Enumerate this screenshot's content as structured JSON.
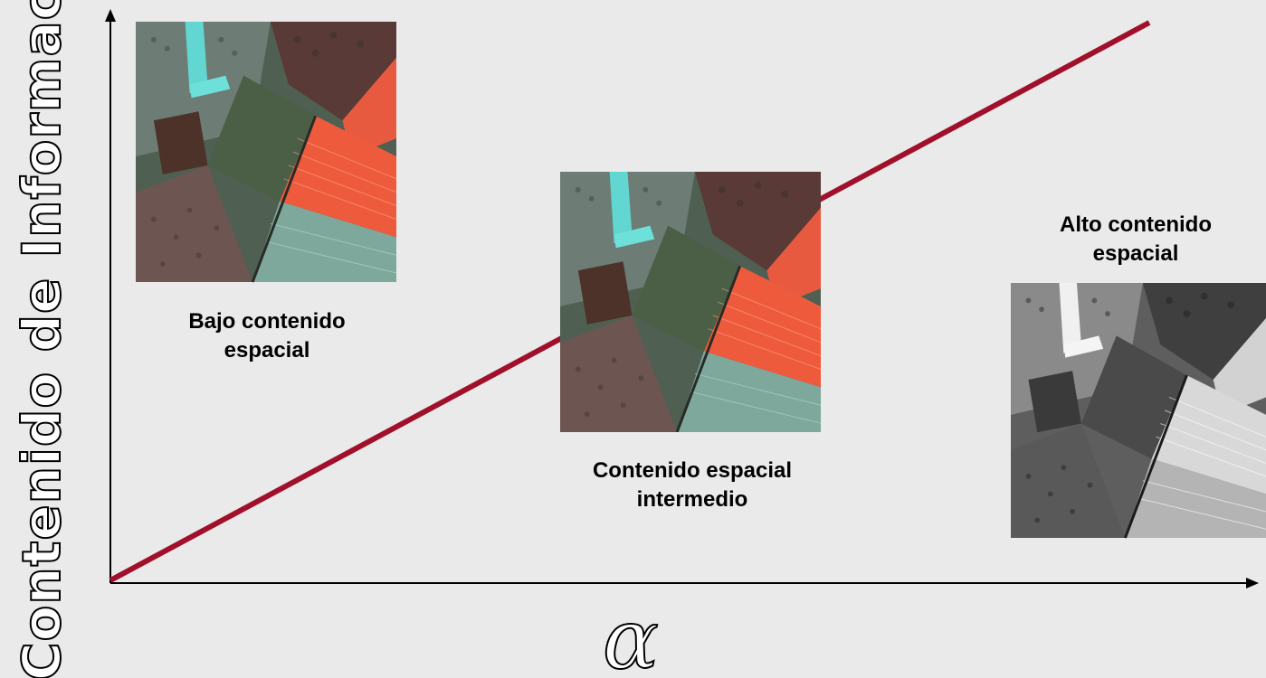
{
  "axes": {
    "y_label": "Contenido de Información",
    "x_label": "α"
  },
  "trend_line_color": "#a0102a",
  "images": [
    {
      "caption": "Bajo contenido\nespacial",
      "style": "color"
    },
    {
      "caption": "Contenido espacial\nintermedio",
      "style": "color"
    },
    {
      "caption": "Alto contenido\nespacial",
      "style": "grayscale"
    }
  ]
}
